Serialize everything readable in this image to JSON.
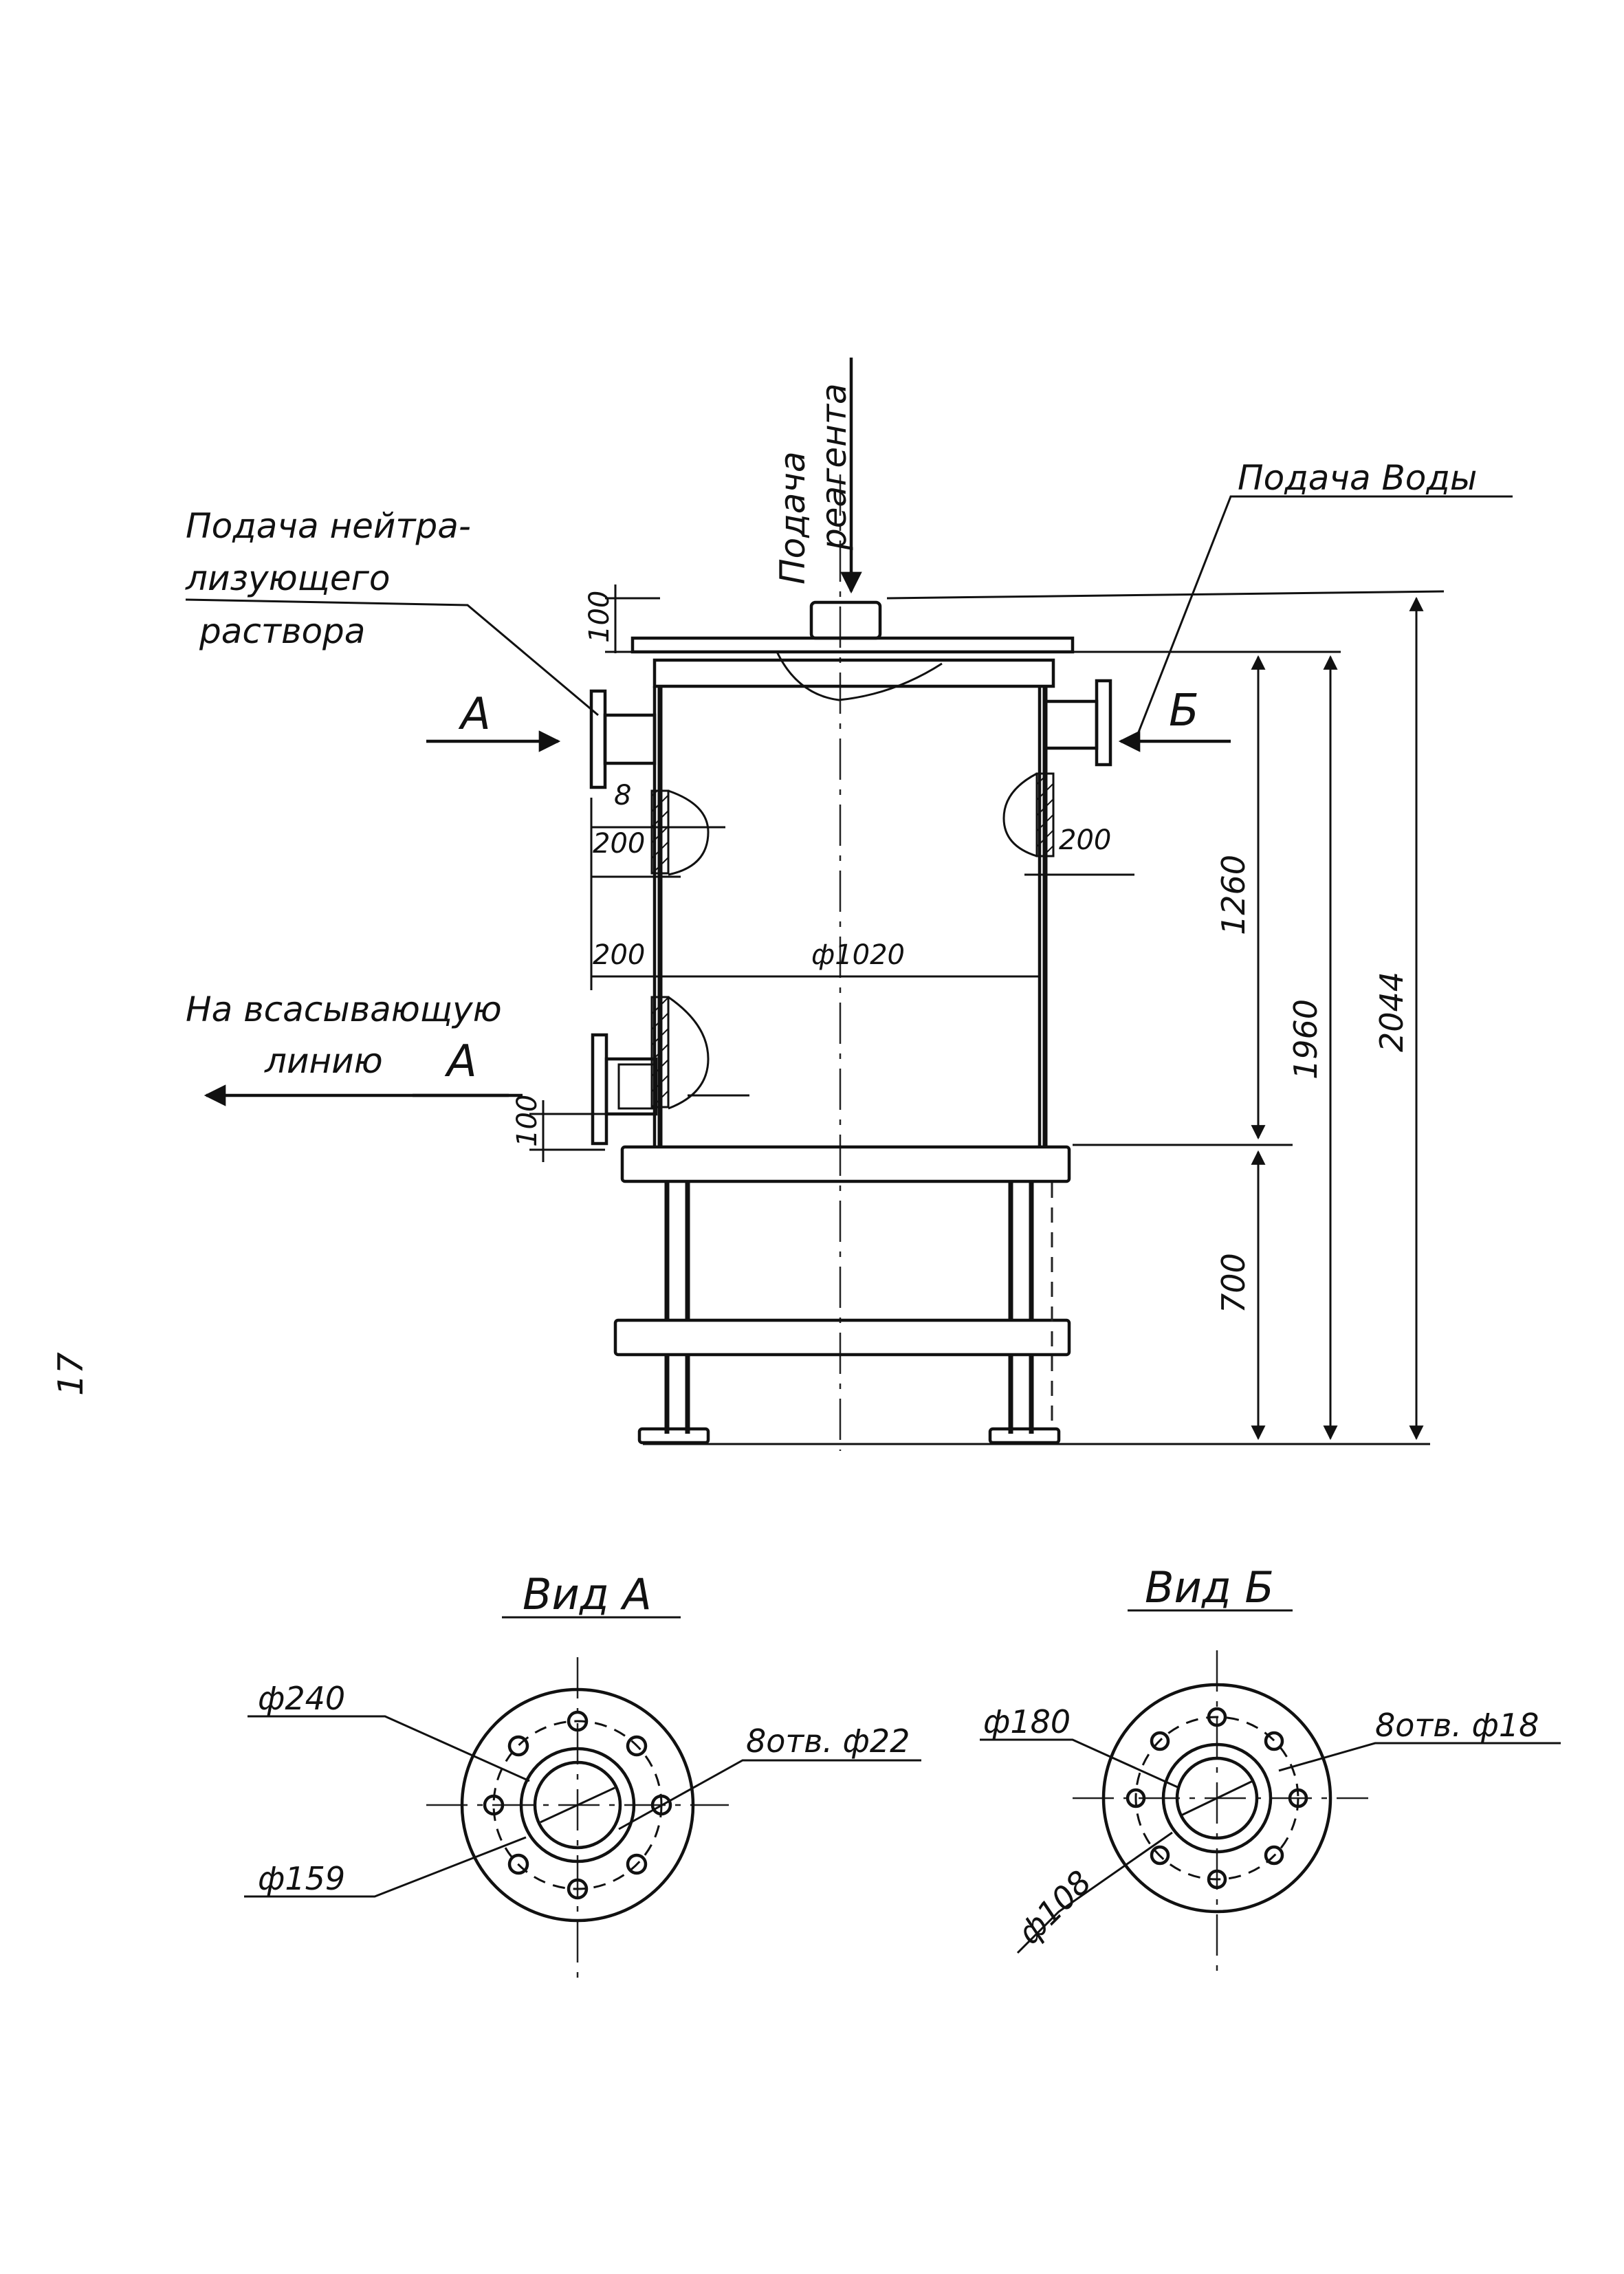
{
  "labels": {
    "reagent_line1": "Подача",
    "reagent_line2": "реагента",
    "water": "Подача Воды",
    "neutral_line1": "Подача нейтра-",
    "neutral_line2": "лизующего",
    "neutral_line3": "раствора",
    "suction_line1": "На всасывающую",
    "suction_line2": "линию",
    "view_a_marker_top": "А",
    "view_a_marker_bottom": "А",
    "view_b_marker": "Б",
    "page_number": "17"
  },
  "dimensions": {
    "cap_height": "100",
    "wall": "8",
    "left_upper_200": "200",
    "right_upper_200": "200",
    "left_mid_200": "200",
    "diameter": "ф1020",
    "outlet_100": "100",
    "h_1260": "1260",
    "h_700": "700",
    "h_1960": "1960",
    "h_2044": "2044"
  },
  "view_a": {
    "title": "Вид А",
    "outer_dia": "ф240",
    "holes": "8отв. ф22",
    "inner_dia": "ф159"
  },
  "view_b": {
    "title": "Вид Б",
    "outer_dia": "ф180",
    "holes": "8отв. ф18",
    "inner_dia": "ф108"
  },
  "colors": {
    "ink": "#111111",
    "paper": "#ffffff"
  }
}
